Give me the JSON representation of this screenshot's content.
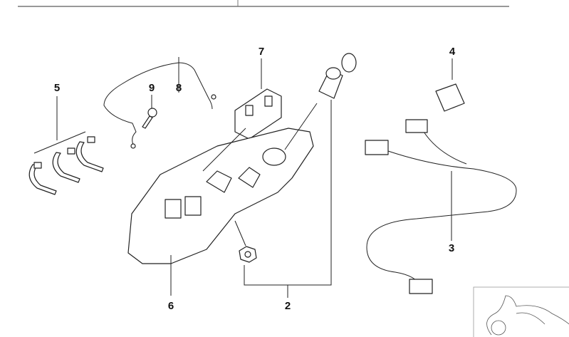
{
  "diagram": {
    "callouts": [
      {
        "id": "5",
        "label": "5"
      },
      {
        "id": "9",
        "label": "9"
      },
      {
        "id": "8",
        "label": "8"
      },
      {
        "id": "7",
        "label": "7"
      },
      {
        "id": "4",
        "label": "4"
      },
      {
        "id": "6",
        "label": "6"
      },
      {
        "id": "2",
        "label": "2"
      },
      {
        "id": "3",
        "label": "3"
      }
    ]
  }
}
